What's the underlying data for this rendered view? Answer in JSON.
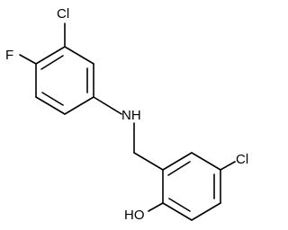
{
  "molecule": {
    "atoms": {
      "cl_top": "Cl",
      "f": "F",
      "nh": "NH",
      "cl_right": "Cl",
      "oh": "HO"
    }
  }
}
